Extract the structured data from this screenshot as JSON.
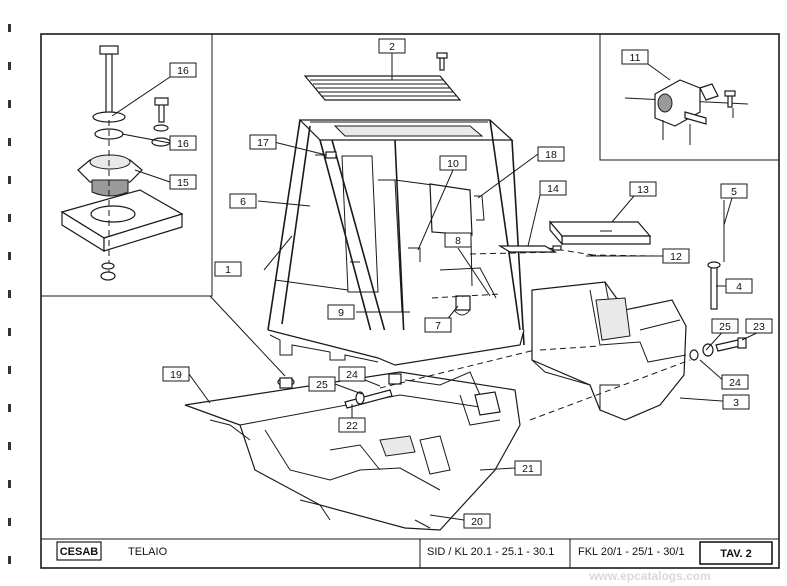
{
  "brand": "CESAB",
  "title": "TELAIO",
  "model_sid": "SID / KL 20.1 - 25.1 - 30.1",
  "model_fkl": "FKL 20/1 - 25/1 - 30/1",
  "tav": "TAV. 2",
  "watermark": "www.epcatalogs.com",
  "callouts": [
    "1",
    "2",
    "3",
    "4",
    "5",
    "6",
    "7",
    "8",
    "9",
    "10",
    "11",
    "12",
    "13",
    "14",
    "15",
    "16",
    "16",
    "17",
    "18",
    "19",
    "20",
    "21",
    "22",
    "23",
    "24",
    "24",
    "25",
    "25"
  ]
}
